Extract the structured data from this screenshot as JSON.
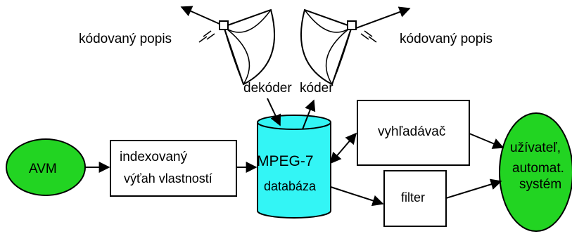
{
  "diagram": {
    "satellite_left": {
      "label": "kódovaný popis"
    },
    "satellite_right": {
      "label": "kódovaný popis"
    },
    "decoder": {
      "label": "dekóder"
    },
    "encoder": {
      "label": "kóder"
    },
    "avm": {
      "label": "AVM"
    },
    "index": {
      "line1": "indexovaný",
      "line2": "výťah vlastností"
    },
    "database": {
      "line1": "MPEG-7",
      "line2": "databáza"
    },
    "search": {
      "label": "vyhľadávač"
    },
    "filter": {
      "label": "filter"
    },
    "user": {
      "line1": "užívateľ,",
      "line2": "automat.",
      "line3": "systém"
    },
    "colors": {
      "green": "#22d422",
      "cyan": "#33f5f5",
      "line": "#000000"
    }
  }
}
